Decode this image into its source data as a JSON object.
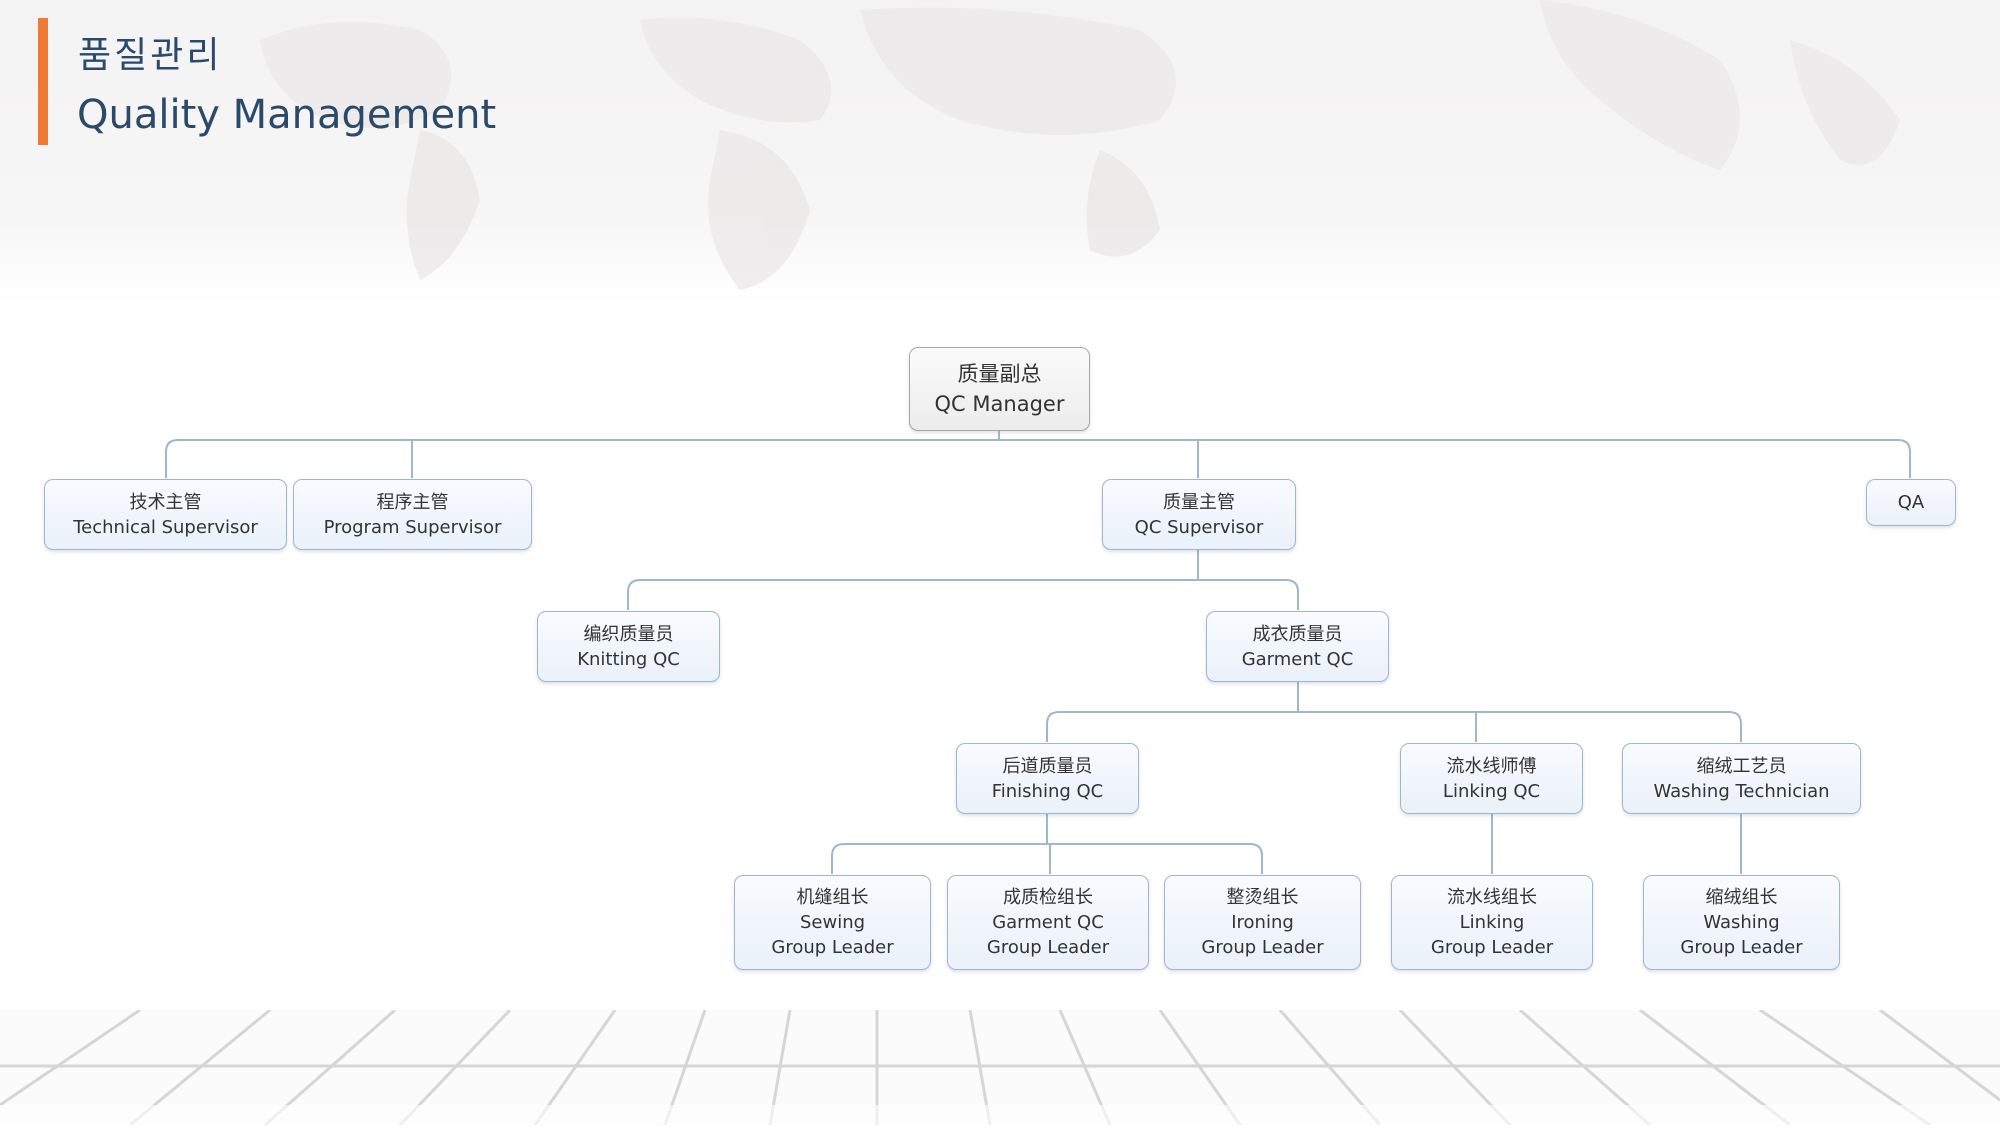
{
  "header": {
    "title_ko": "품질관리",
    "title_en": "Quality Management",
    "accent_color": "#ef7a35",
    "text_color": "#2b4a6a"
  },
  "org_chart": {
    "root": {
      "zh": "质量副总",
      "en": "QC Manager"
    },
    "level1": [
      {
        "zh": "技术主管",
        "en": "Technical Supervisor"
      },
      {
        "zh": "程序主管",
        "en": "Program Supervisor"
      },
      {
        "zh": "质量主管",
        "en": "QC Supervisor"
      },
      {
        "en": "QA"
      }
    ],
    "level2": [
      {
        "zh": "编织质量员",
        "en": "Knitting QC"
      },
      {
        "zh": "成衣质量员",
        "en": "Garment QC"
      }
    ],
    "level3": [
      {
        "zh": "后道质量员",
        "en": "Finishing QC"
      },
      {
        "zh": "流水线师傅",
        "en": "Linking QC"
      },
      {
        "zh": "缩绒工艺员",
        "en": "Washing Technician"
      }
    ],
    "level4": [
      {
        "zh": "机缝组长",
        "en1": "Sewing",
        "en2": "Group Leader"
      },
      {
        "zh": "成质检组长",
        "en1": "Garment QC",
        "en2": "Group Leader"
      },
      {
        "zh": "整烫组长",
        "en1": "Ironing",
        "en2": "Group Leader"
      },
      {
        "zh": "流水线组长",
        "en1": "Linking",
        "en2": "Group Leader"
      },
      {
        "zh": "缩绒组长",
        "en1": "Washing",
        "en2": "Group Leader"
      }
    ],
    "colors": {
      "node_border": "#9fb6cc",
      "node_fill": "#eaf1fa",
      "connector": "#9fb6cc",
      "root_border": "#a6a6a6"
    }
  }
}
